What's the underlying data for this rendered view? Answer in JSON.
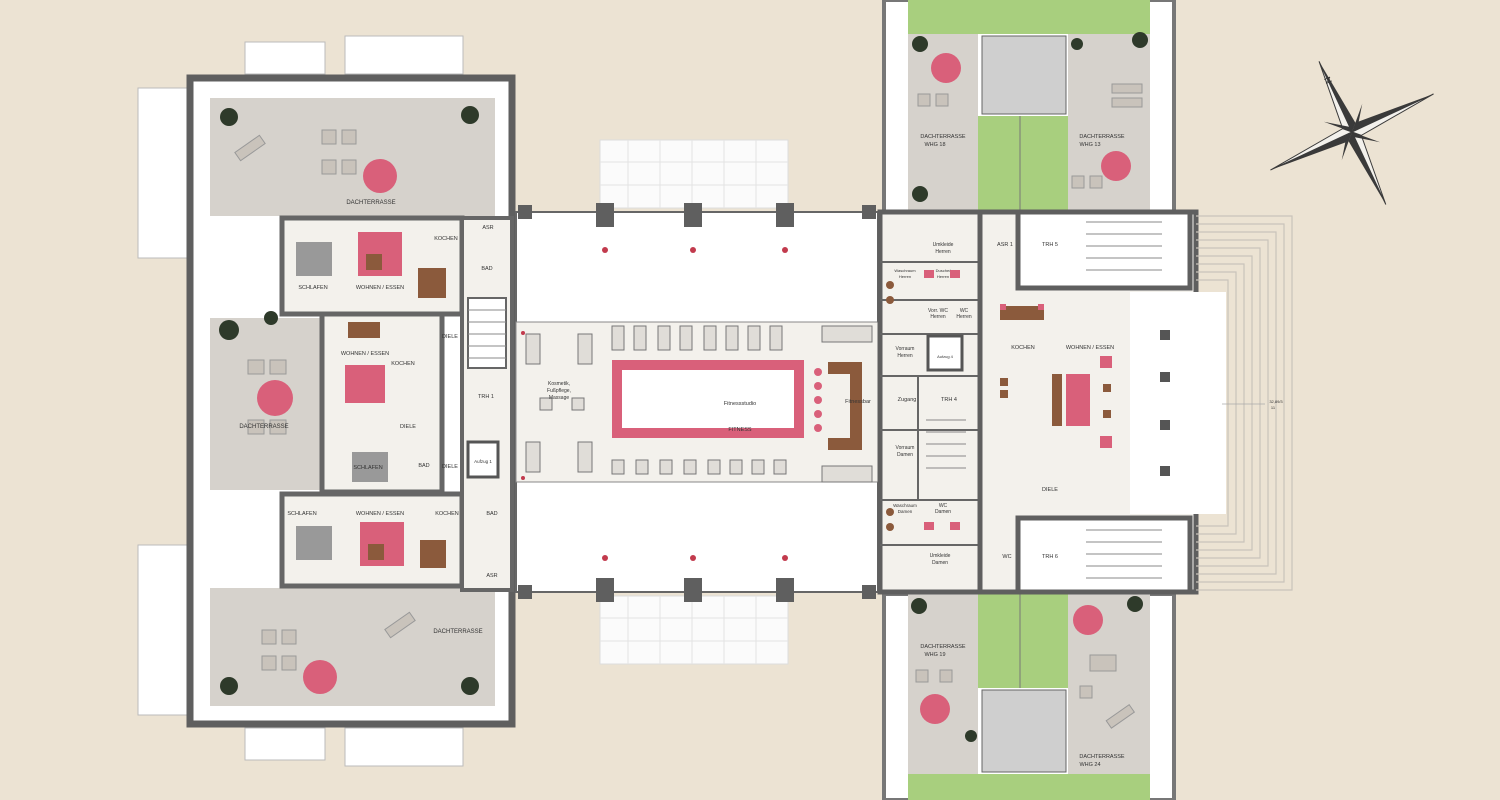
{
  "colors": {
    "background": "#ece3d3",
    "wall": "#6b6b6b",
    "floor": "#f3f1ec",
    "terrace": "#d6d2cc",
    "grass": "#a8cf7e",
    "accent": "#d9607a",
    "furniture": "#c6a48e"
  },
  "compass": {
    "label": "N"
  },
  "west_wing": {
    "terrace_top": "DACHTERRASSE",
    "terrace_mid": "DACHTERRASSE",
    "terrace_bottom": "DACHTERRASSE",
    "unit_top": {
      "schlafen": "SCHLAFEN",
      "wohnen": "WOHNEN / ESSEN",
      "kochen": "KOCHEN",
      "bad": "BAD",
      "asr": "ASR"
    },
    "unit_mid": {
      "wohnen": "WOHNEN / ESSEN",
      "kochen": "KOCHEN",
      "schlafen": "SCHLAFEN",
      "diele": "DIELE",
      "bad": "BAD"
    },
    "unit_bottom": {
      "schlafen": "SCHLAFEN",
      "wohnen": "WOHNEN / ESSEN",
      "kochen": "KOCHEN",
      "bad": "BAD",
      "asr": "ASR"
    },
    "diele_top": "DIELE",
    "diele_bottom": "DIELE",
    "trh1": "TRH 1",
    "aufzug1": "Aufzug 1"
  },
  "center": {
    "kosmetik_lines": [
      "Kosmetik,",
      "Fußpflege,",
      "Massage"
    ],
    "fitnessstudio": "Fitnessstudio",
    "fitness": "FITNESS",
    "fitnessbar": "Fitnessbar"
  },
  "east_wing": {
    "terraces": [
      {
        "title": "DACHTERRASSE",
        "sub": "WHG 18"
      },
      {
        "title": "DACHTERRASSE",
        "sub": "WHG 13"
      },
      {
        "title": "DACHTERRASSE",
        "sub": "WHG 19"
      },
      {
        "title": "DACHTERRASSE",
        "sub": "WHG 24"
      }
    ],
    "umkleide_herren": [
      "Umkleide",
      "Herren"
    ],
    "waschraum_herren": [
      "Waschraum",
      "Herren"
    ],
    "dusche_herren": [
      "Dusche/",
      "Herren"
    ],
    "vorr_wc_herren": [
      "Vorr. WC",
      "Herren"
    ],
    "wc_herren": [
      "WC",
      "Herren"
    ],
    "vorraum_herren": [
      "Vorraum",
      "Herren"
    ],
    "zugang": "Zugang",
    "trh4": "TRH 4",
    "aufzug4": "Aufzug 4",
    "vorraum_damen": [
      "Vorraum",
      "Damen"
    ],
    "waschraum_damen": [
      "Waschraum",
      "Damen"
    ],
    "wc_damen": [
      "WC",
      "Damen"
    ],
    "umkleide_damen": [
      "Umkleide",
      "Damen"
    ],
    "asr1": "ASR 1",
    "trh5": "TRH 5",
    "trh6": "TRH 6",
    "wc": "WC",
    "kochen": "KOCHEN",
    "wohnen": "WOHNEN / ESSEN",
    "diele": "DIELE",
    "dim": [
      "32,89/3",
      "11"
    ]
  }
}
